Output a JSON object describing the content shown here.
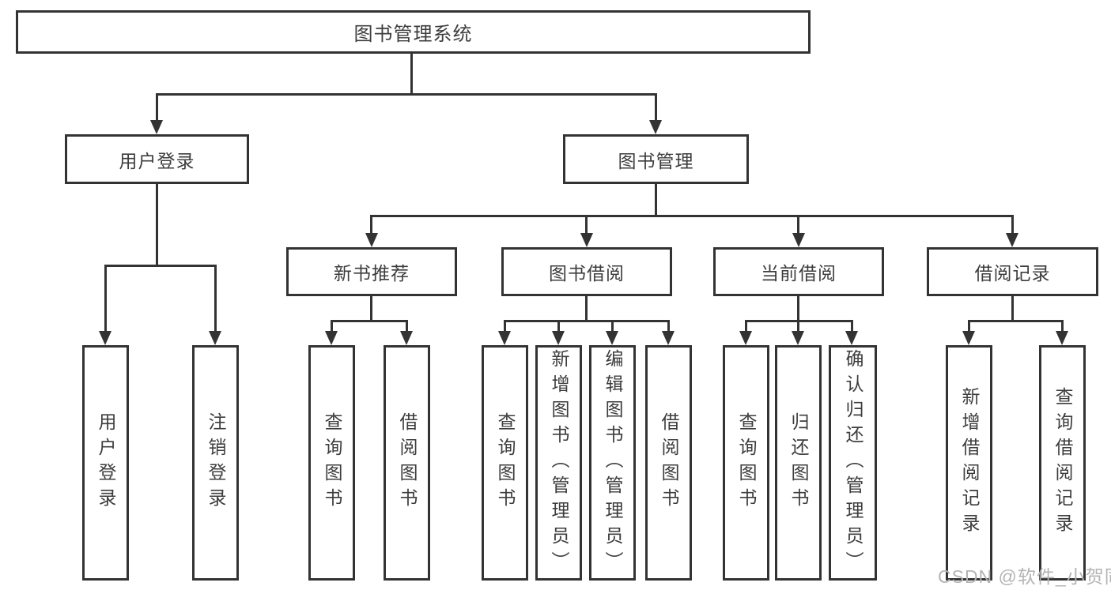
{
  "diagram": {
    "root": {
      "label": "图书管理系统"
    },
    "level2": [
      {
        "label": "用户登录"
      },
      {
        "label": "图书管理"
      }
    ],
    "level3": [
      {
        "label": "新书推荐",
        "parent": "图书管理"
      },
      {
        "label": "图书借阅",
        "parent": "图书管理"
      },
      {
        "label": "当前借阅",
        "parent": "图书管理"
      },
      {
        "label": "借阅记录",
        "parent": "图书管理"
      }
    ],
    "leaves": [
      {
        "label": "用户登录",
        "parent": "用户登录"
      },
      {
        "label": "注销登录",
        "parent": "用户登录"
      },
      {
        "label": "查询图书",
        "parent": "新书推荐"
      },
      {
        "label": "借阅图书",
        "parent": "新书推荐"
      },
      {
        "label": "查询图书",
        "parent": "图书借阅"
      },
      {
        "label": "新增图书（管理员）",
        "parent": "图书借阅"
      },
      {
        "label": "编辑图书（管理员）",
        "parent": "图书借阅"
      },
      {
        "label": "借阅图书",
        "parent": "图书借阅"
      },
      {
        "label": "查询图书",
        "parent": "当前借阅"
      },
      {
        "label": "归还图书",
        "parent": "当前借阅"
      },
      {
        "label": "确认归还（管理员）",
        "parent": "当前借阅"
      },
      {
        "label": "新增借阅记录",
        "parent": "借阅记录"
      },
      {
        "label": "查询借阅记录",
        "parent": "借阅记录"
      }
    ],
    "colors": {
      "line": "#333333",
      "text": "#3d3d3d",
      "background": "#ffffff"
    }
  },
  "watermark": {
    "text": "CSDN @软件_小贺同学",
    "color": "#b4b4b4"
  }
}
